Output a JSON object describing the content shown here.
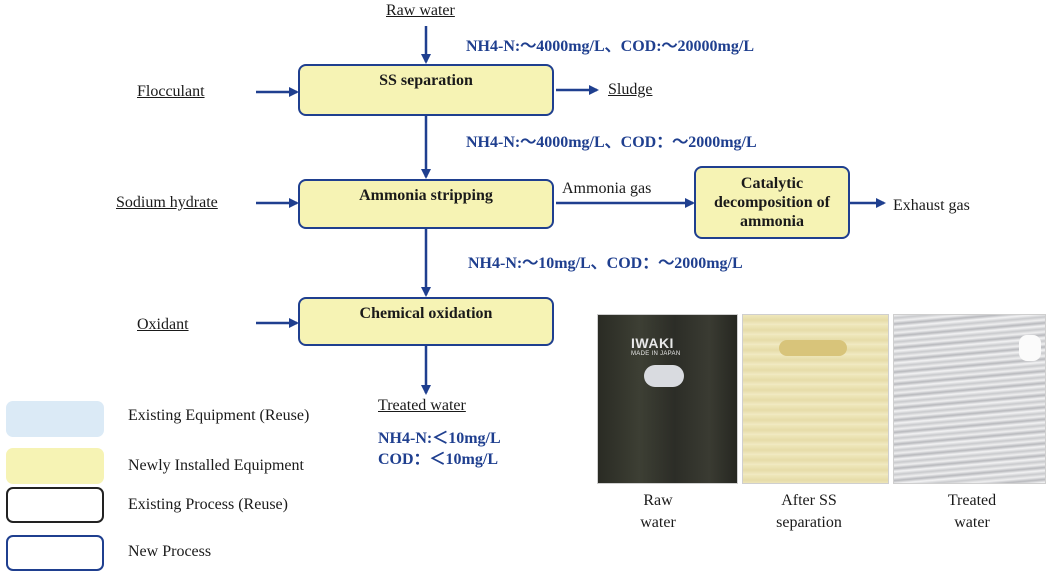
{
  "inputs": {
    "raw_water": "Raw water",
    "flocculant": "Flocculant",
    "sodium_hydrate": "Sodium hydrate",
    "oxidant": "Oxidant"
  },
  "outputs": {
    "sludge": "Sludge",
    "ammonia_gas": "Ammonia gas",
    "exhaust_gas": "Exhaust gas",
    "treated_water": "Treated water"
  },
  "processes": {
    "ss_separation": "SS separation",
    "ammonia_stripping": "Ammonia stripping",
    "catalytic_line1": "Catalytic",
    "catalytic_line2": "decomposition of",
    "catalytic_line3": "ammonia",
    "chemical_oxidation": "Chemical oxidation"
  },
  "concentrations": {
    "raw": "NH4-N:～4000mg/L、COD:～20000mg/L",
    "after_ss": "NH4-N:～4000mg/L、COD：～2000mg/L",
    "after_stripping": "NH4-N:～10mg/L、COD：～2000mg/L",
    "treated_nh4": "NH4-N:＜10mg/L",
    "treated_cod": "COD：＜10mg/L"
  },
  "legend": {
    "existing_equipment": "Existing Equipment (Reuse)",
    "new_equipment": "Newly Installed Equipment",
    "existing_process": "Existing Process (Reuse)",
    "new_process": "New Process",
    "colors": {
      "existing_equipment": "#dbeaf6",
      "new_equipment": "#f6f3b4",
      "existing_process_border": "#222222",
      "new_process_border": "#1f3f8f"
    }
  },
  "photos": {
    "raw_caption_line1": "Raw",
    "raw_caption_line2": "water",
    "ss_caption_line1": "After SS",
    "ss_caption_line2": "separation",
    "treated_caption_line1": "Treated",
    "treated_caption_line2": "water",
    "bottle_brand": "IWAKI",
    "bottle_sub": "MADE IN JAPAN"
  }
}
